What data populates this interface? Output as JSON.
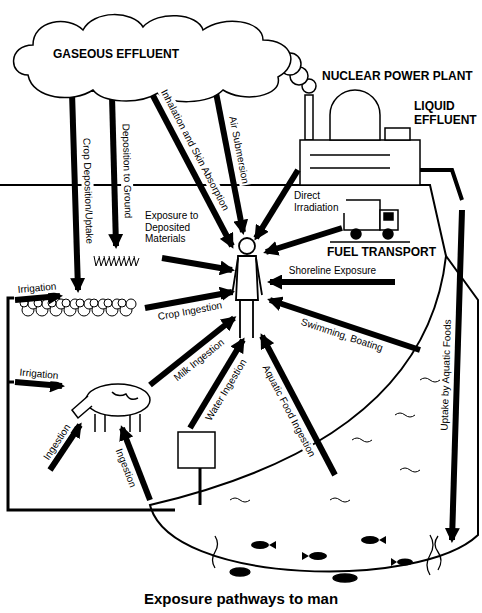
{
  "diagram": {
    "caption": "Exposure pathways to man",
    "nodes": [
      {
        "text": [
          "GASEOUS EFFLUENT"
        ]
      }
    ],
    "labels": [
      "NUCLEAR POWER PLANT",
      "LIQUID EFFLUENT",
      "Crop Deposition/Uptake",
      "Deposition to Ground",
      "Inhalation and Skin Absorption",
      "Air Submersion",
      "Direct Irradiation",
      "FUEL TRANSPORT",
      "Exposure to Deposited Materials",
      "Shoreline Exposure",
      "Irrigation",
      "Crop Ingestion",
      "Swimming, Boating",
      "Irrigation",
      "Milk Ingestion",
      "Water Ingestion",
      "Aquatic Food Ingestion",
      "Uptake by Aquatic Foods",
      "Ingestion",
      "Ingestion"
    ]
  }
}
